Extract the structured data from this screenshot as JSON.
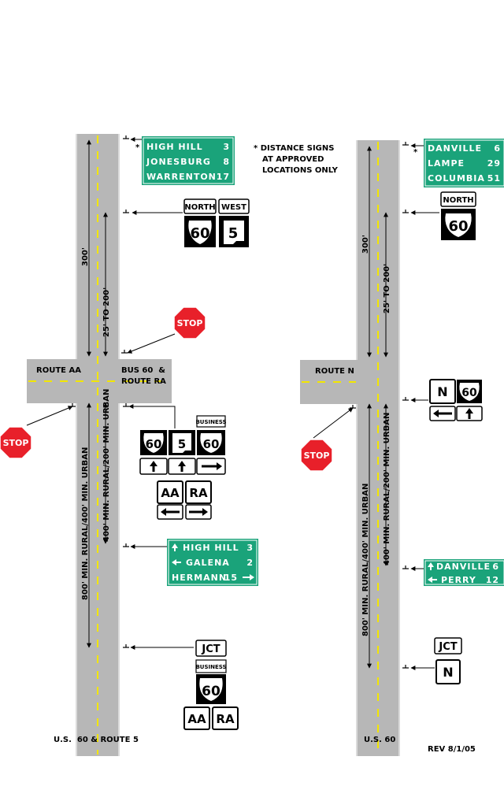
{
  "colors": {
    "road": "#b7b7b7",
    "yellow": "#f2e600",
    "guide_green": "#1aa37a",
    "stop_red": "#e8202a",
    "black": "#000000",
    "white": "#ffffff"
  },
  "left": {
    "distance_sign": [
      {
        "name": "HIGH HILL",
        "miles": "3"
      },
      {
        "name": "JONESBURG",
        "miles": "8"
      },
      {
        "name": "WARRENTON",
        "miles": "17"
      }
    ],
    "north_tab": "NORTH",
    "west_tab": "WEST",
    "us_shield": "60",
    "mo_shield": "5",
    "dim_300": "300'",
    "dim_25_200": "25' TO 200'",
    "stop": "STOP",
    "route_aa": "ROUTE AA",
    "bus60": "BUS 60  &",
    "route_ra": "ROUTE RA",
    "business_tab": "BUSINESS",
    "aa": "AA",
    "ra": "RA",
    "dim_400": "400' MIN. RURAL/200' MIN. URBAN",
    "dim_800": "800' MIN. RURAL/400' MIN. URBAN",
    "guide": [
      {
        "text": "HIGH HILL",
        "miles": "3",
        "arrow": "up"
      },
      {
        "text": "GALENA",
        "miles": "2",
        "arrow": "left"
      },
      {
        "text": "HERMANN",
        "miles": "15",
        "arrow": "right"
      }
    ],
    "jct": "JCT",
    "caption": "U.S.  60 & ROUTE 5"
  },
  "note": [
    "* DISTANCE SIGNS",
    "AT APPROVED",
    "LOCATIONS ONLY"
  ],
  "right": {
    "distance_sign": [
      {
        "name": "DANVILLE",
        "miles": "6"
      },
      {
        "name": "LAMPE",
        "miles": "29"
      },
      {
        "name": "COLUMBIA",
        "miles": "51"
      }
    ],
    "north_tab": "NORTH",
    "us_shield": "60",
    "dim_300": "300'",
    "dim_25_200": "25' TO 200'",
    "route_n": "ROUTE N",
    "stop": "STOP",
    "n": "N",
    "dim_400": "400' MIN. RURAL/200' MIN. URBAN",
    "dim_800": "800' MIN. RURAL/400' MIN. URBAN",
    "guide": [
      {
        "text": "DANVILLE",
        "miles": "6",
        "arrow": "up"
      },
      {
        "text": "PERRY",
        "miles": "12",
        "arrow": "left"
      }
    ],
    "jct": "JCT",
    "caption": "U.S. 60"
  },
  "revision": "REV 8/1/05"
}
